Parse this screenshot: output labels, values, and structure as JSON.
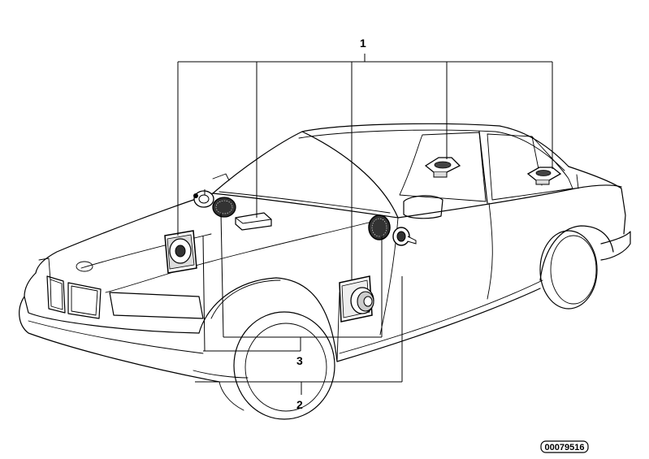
{
  "callouts": {
    "c1": "1",
    "c2": "2",
    "c3": "3"
  },
  "reference_code": "00079516",
  "colors": {
    "line": "#000000",
    "speaker_fill": "#333333",
    "background": "#ffffff"
  }
}
